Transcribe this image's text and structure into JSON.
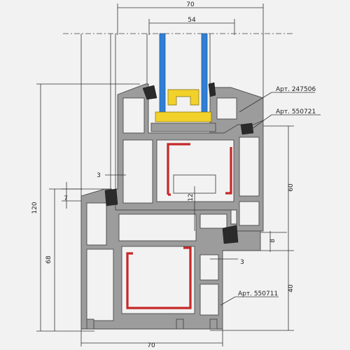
{
  "dimensions": {
    "top_overall": "70",
    "top_glass": "54",
    "wall_gap": "3",
    "overlap": "7",
    "total_height": "120",
    "frame_height": "68",
    "sash_height": "60",
    "rebate": "12",
    "step": "8",
    "gap_right": "3",
    "frame_lower": "40",
    "bottom_overall": "70"
  },
  "articles": {
    "glazing_bead_gasket": "Арт. 247506",
    "sash_gasket": "Арт. 550721",
    "frame_profile": "Арт. 550711"
  },
  "colors": {
    "profile": "#9c9c9c",
    "glass": "#2f7fd6",
    "spacer": "#f2d22a",
    "reinforcement": "#c62828",
    "gasket": "#2a2a2a"
  }
}
